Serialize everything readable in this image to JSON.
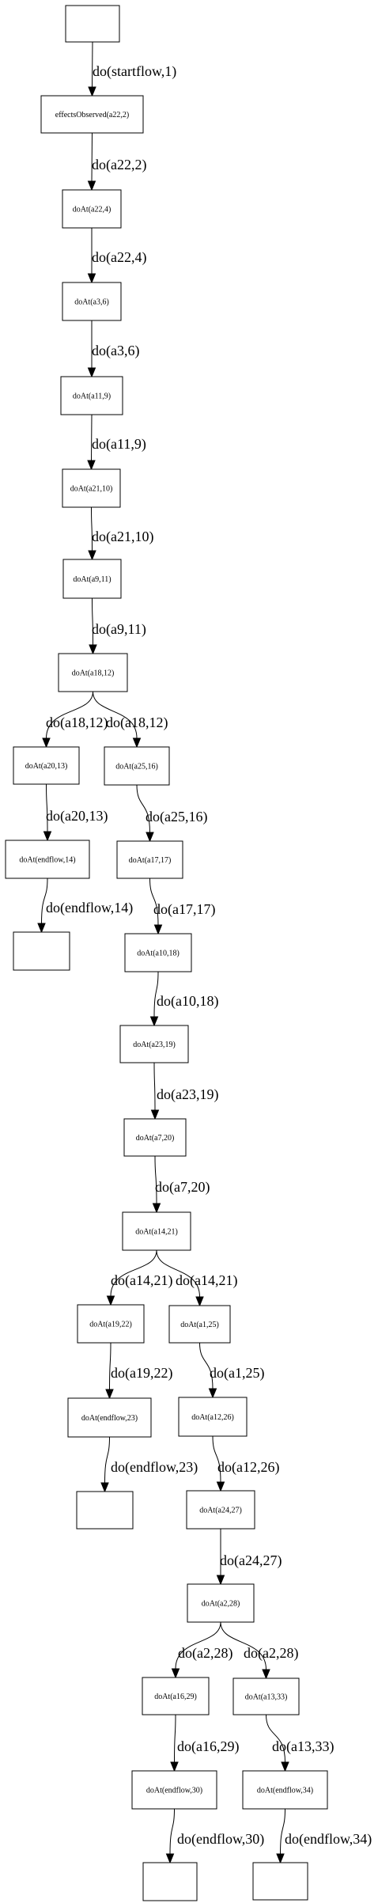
{
  "nodes": {
    "n0": "",
    "n1": "effectsObserved(a22,2)",
    "n2": "doAt(a22,4)",
    "n3": "doAt(a3,6)",
    "n4": "doAt(a11,9)",
    "n5": "doAt(a21,10)",
    "n6": "doAt(a9,11)",
    "n7": "doAt(a18,12)",
    "n8": "doAt(a20,13)",
    "n9": "doAt(a25,16)",
    "n10": "doAt(endflow,14)",
    "n11": "doAt(a17,17)",
    "n12": "",
    "n13": "doAt(a10,18)",
    "n14": "doAt(a23,19)",
    "n15": "doAt(a7,20)",
    "n16": "doAt(a14,21)",
    "n17": "doAt(a19,22)",
    "n18": "doAt(a1,25)",
    "n19": "doAt(endflow,23)",
    "n20": "doAt(a12,26)",
    "n21": "",
    "n22": "doAt(a24,27)",
    "n23": "doAt(a2,28)",
    "n24": "doAt(a16,29)",
    "n25": "doAt(a13,33)",
    "n26": "doAt(endflow,30)",
    "n27": "doAt(endflow,34)",
    "n28": "",
    "n29": ""
  },
  "edges": [
    {
      "from": "n0",
      "to": "n1",
      "label": "do(startflow,1)"
    },
    {
      "from": "n1",
      "to": "n2",
      "label": "do(a22,2)"
    },
    {
      "from": "n2",
      "to": "n3",
      "label": "do(a22,4)"
    },
    {
      "from": "n3",
      "to": "n4",
      "label": "do(a3,6)"
    },
    {
      "from": "n4",
      "to": "n5",
      "label": "do(a11,9)"
    },
    {
      "from": "n5",
      "to": "n6",
      "label": "do(a21,10)"
    },
    {
      "from": "n6",
      "to": "n7",
      "label": "do(a9,11)"
    },
    {
      "from": "n7",
      "to": "n8",
      "label": "do(a18,12)"
    },
    {
      "from": "n7",
      "to": "n9",
      "label": "do(a18,12)"
    },
    {
      "from": "n8",
      "to": "n10",
      "label": "do(a20,13)"
    },
    {
      "from": "n9",
      "to": "n11",
      "label": "do(a25,16)"
    },
    {
      "from": "n10",
      "to": "n12",
      "label": "do(endflow,14)"
    },
    {
      "from": "n11",
      "to": "n13",
      "label": "do(a17,17)"
    },
    {
      "from": "n13",
      "to": "n14",
      "label": "do(a10,18)"
    },
    {
      "from": "n14",
      "to": "n15",
      "label": "do(a23,19)"
    },
    {
      "from": "n15",
      "to": "n16",
      "label": "do(a7,20)"
    },
    {
      "from": "n16",
      "to": "n17",
      "label": "do(a14,21)"
    },
    {
      "from": "n16",
      "to": "n18",
      "label": "do(a14,21)"
    },
    {
      "from": "n17",
      "to": "n19",
      "label": "do(a19,22)"
    },
    {
      "from": "n18",
      "to": "n20",
      "label": "do(a1,25)"
    },
    {
      "from": "n19",
      "to": "n21",
      "label": "do(endflow,23)"
    },
    {
      "from": "n20",
      "to": "n22",
      "label": "do(a12,26)"
    },
    {
      "from": "n22",
      "to": "n23",
      "label": "do(a24,27)"
    },
    {
      "from": "n23",
      "to": "n24",
      "label": "do(a2,28)"
    },
    {
      "from": "n23",
      "to": "n25",
      "label": "do(a2,28)"
    },
    {
      "from": "n24",
      "to": "n26",
      "label": "do(a16,29)"
    },
    {
      "from": "n25",
      "to": "n27",
      "label": "do(a13,33)"
    },
    {
      "from": "n26",
      "to": "n28",
      "label": "do(endflow,30)"
    },
    {
      "from": "n27",
      "to": "n29",
      "label": "do(endflow,34)"
    }
  ]
}
